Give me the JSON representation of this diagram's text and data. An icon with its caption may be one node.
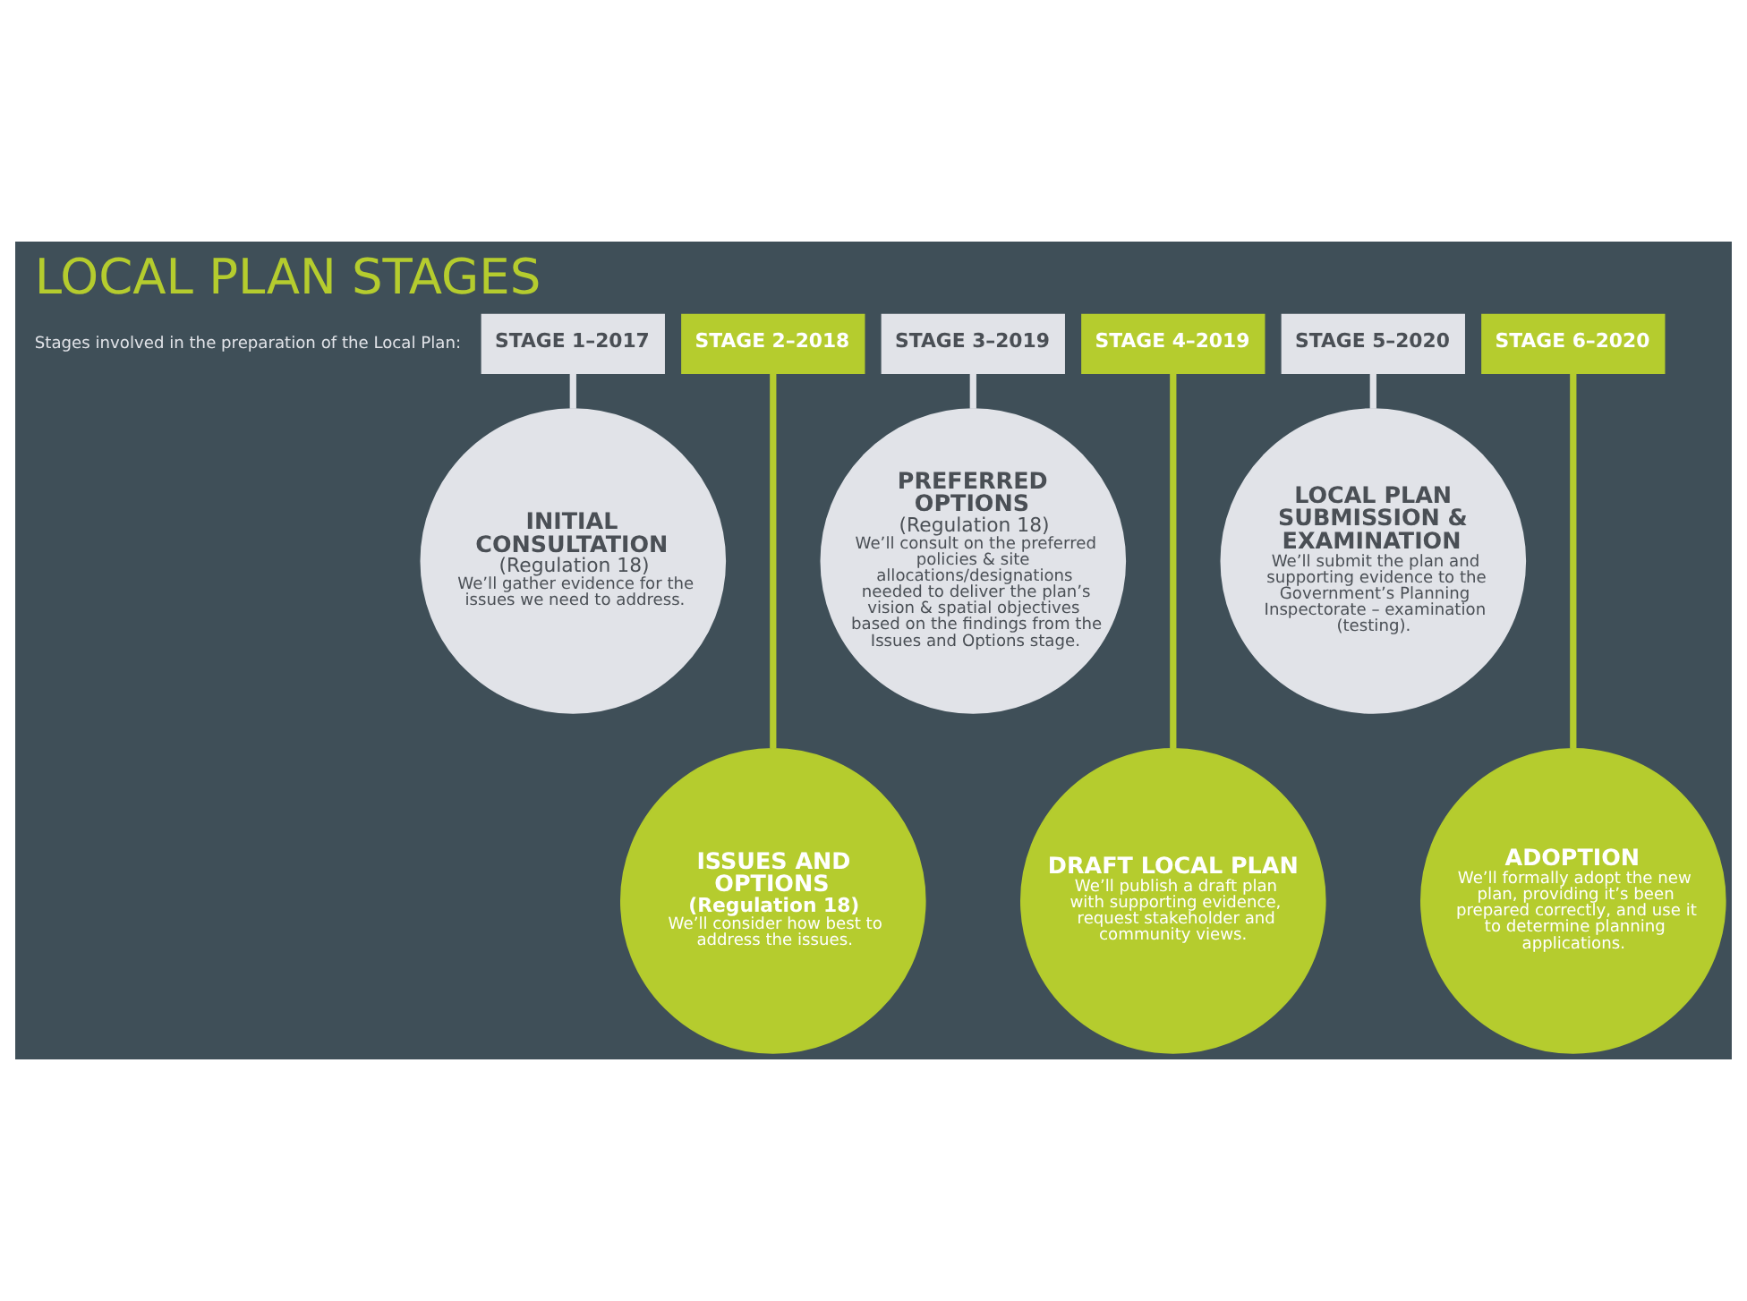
{
  "diagram": {
    "title": "LOCAL PLAN STAGES",
    "nodes": [
      {
        "text": [
          "STAGE 1–2017"
        ]
      },
      {
        "text": [
          "STAGE 2–2018"
        ]
      },
      {
        "text": [
          "STAGE 3–2019"
        ]
      },
      {
        "text": [
          "STAGE 4–2019"
        ]
      },
      {
        "text": [
          "STAGE 5–2020"
        ]
      },
      {
        "text": [
          "STAGE 6–2020"
        ]
      },
      {
        "text": [
          "INITIAL CONSULTATION",
          "(Regulation 18)",
          "We’ll gather evidence for the issues we need to address."
        ]
      },
      {
        "text": [
          "ISSUES AND OPTIONS",
          "(Regulation 18)",
          "We’ll consider how best to address the issues."
        ]
      },
      {
        "text": [
          "PREFERRED OPTIONS",
          "(Regulation 18)",
          "We’ll consult on the preferred policies & site allocations/designations needed to deliver the plan’s vision & spatial objectives based on the findings from the Issues and Options stage."
        ]
      },
      {
        "text": [
          "DRAFT LOCAL PLAN",
          "We’ll publish a draft plan with supporting evidence, request stakeholder and community views."
        ]
      },
      {
        "text": [
          "LOCAL PLAN SUBMISSION & EXAMINATION",
          "We’ll submit the plan and supporting evidence to the Government’s Planning Inspectorate – examination (testing)."
        ]
      },
      {
        "text": [
          "ADOPTION",
          "We’ll formally adopt the new plan, providing it’s been prepared correctly, and use it to determine planning applications."
        ]
      }
    ],
    "edges": [
      {
        "from": 0,
        "to": 6,
        "arrow": "none"
      },
      {
        "from": 1,
        "to": 7,
        "arrow": "none",
        "color": "#b5cc2e"
      },
      {
        "from": 2,
        "to": 8,
        "arrow": "none"
      },
      {
        "from": 3,
        "to": 9,
        "arrow": "none",
        "color": "#b5cc2e"
      },
      {
        "from": 4,
        "to": 10,
        "arrow": "none"
      },
      {
        "from": 5,
        "to": 11,
        "arrow": "none",
        "color": "#b5cc2e"
      }
    ],
    "labels": [
      "Stages involved in the preparation of the Local Plan:"
    ]
  }
}
